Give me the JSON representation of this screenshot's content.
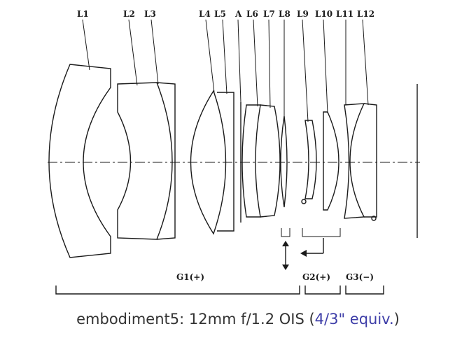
{
  "lens_labels": [
    "L1",
    "L2",
    "L3",
    "L4",
    "L5",
    "A",
    "L6",
    "L7",
    "L8",
    "L9",
    "L10",
    "L11",
    "L12"
  ],
  "group_labels": [
    "G1(+)",
    "G2(+)",
    "G3(−)"
  ],
  "caption": {
    "prefix": "embodiment5: 12mm f/1.2 OIS (",
    "link": "4/3\" equiv.",
    "suffix": ")"
  },
  "colors": {
    "ink": "#1a1a1a",
    "caption": "#333333",
    "link": "#3e3ea8"
  }
}
